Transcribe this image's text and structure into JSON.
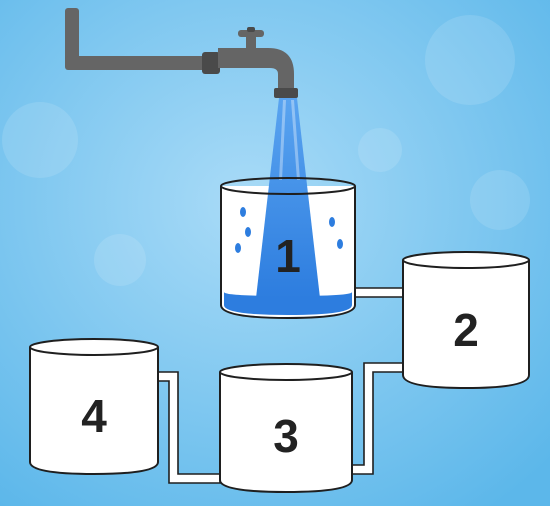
{
  "colors": {
    "sky": "#5cb7ea",
    "sky_light": "#a9dbf7",
    "pipe": "#656565",
    "pipe_dark": "#4a4a4a",
    "water": "#2d7ddf",
    "water_light": "#5aa4f0",
    "outline": "#1f1f1f",
    "tank_fill": "#ffffff"
  },
  "icons": [
    "faucet-icon",
    "water-stream-icon",
    "water-drop-icon"
  ],
  "tanks": [
    {
      "id": "tank-1",
      "label": "1",
      "water_level_fraction": 0.15,
      "stream": true
    },
    {
      "id": "tank-2",
      "label": "2"
    },
    {
      "id": "tank-3",
      "label": "3"
    },
    {
      "id": "tank-4",
      "label": "4"
    }
  ]
}
